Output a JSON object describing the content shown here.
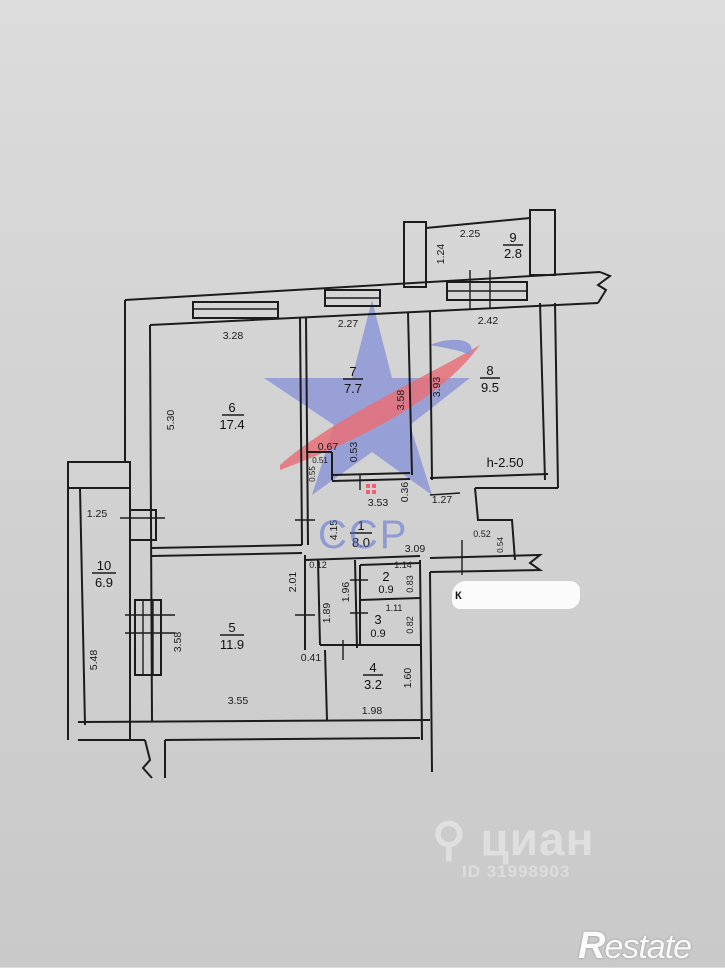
{
  "plan": {
    "ceiling_height": "h-2.50",
    "rooms": [
      {
        "num": "1",
        "area": "8.0"
      },
      {
        "num": "2",
        "area": "0.9"
      },
      {
        "num": "3",
        "area": "0.9"
      },
      {
        "num": "4",
        "area": "3.2"
      },
      {
        "num": "5",
        "area": "11.9"
      },
      {
        "num": "6",
        "area": "17.4"
      },
      {
        "num": "7",
        "area": "7.7"
      },
      {
        "num": "8",
        "area": "9.5"
      },
      {
        "num": "9",
        "area": "2.8"
      },
      {
        "num": "10",
        "area": "6.9"
      }
    ],
    "dimensions": {
      "d_2_25": "2.25",
      "d_1_24": "1.24",
      "d_3_28": "3.28",
      "d_2_27": "2.27",
      "d_2_42": "2.42",
      "d_5_30": "5.30",
      "d_3_58": "3.58",
      "d_3_93": "3.93",
      "d_0_67": "0.67",
      "d_0_51": "0.51",
      "d_0_55": "0.55",
      "d_0_53": "0.53",
      "d_3_53": "3.53",
      "d_0_36": "0.36",
      "d_1_27": "1.27",
      "d_4_15": "4.15",
      "d_0_52": "0.52",
      "d_0_54": "0.54",
      "d_3_09": "3.09",
      "d_0_12": "0.12",
      "d_1_14": "1.14",
      "d_0_83": "0.83",
      "d_1_96": "1.96",
      "d_2_01": "2.01",
      "d_1_89": "1.89",
      "d_1_11": "1.11",
      "d_0_82": "0.82",
      "d_0_41": "0.41",
      "d_1_60": "1.60",
      "d_1_98": "1.98",
      "d_3_55": "3.55",
      "d_3_58b": "3.58",
      "d_1_25": "1.25",
      "d_5_48": "5.48"
    },
    "redacted_label_prefix": "К"
  },
  "watermarks": {
    "ccp": "ССР",
    "cian": "циан",
    "cian_id": "ID 31998903",
    "restate_r": "R",
    "restate_rest": "estate"
  },
  "colors": {
    "logo_red": "#f0505a",
    "logo_blue": "#6a78d8"
  }
}
